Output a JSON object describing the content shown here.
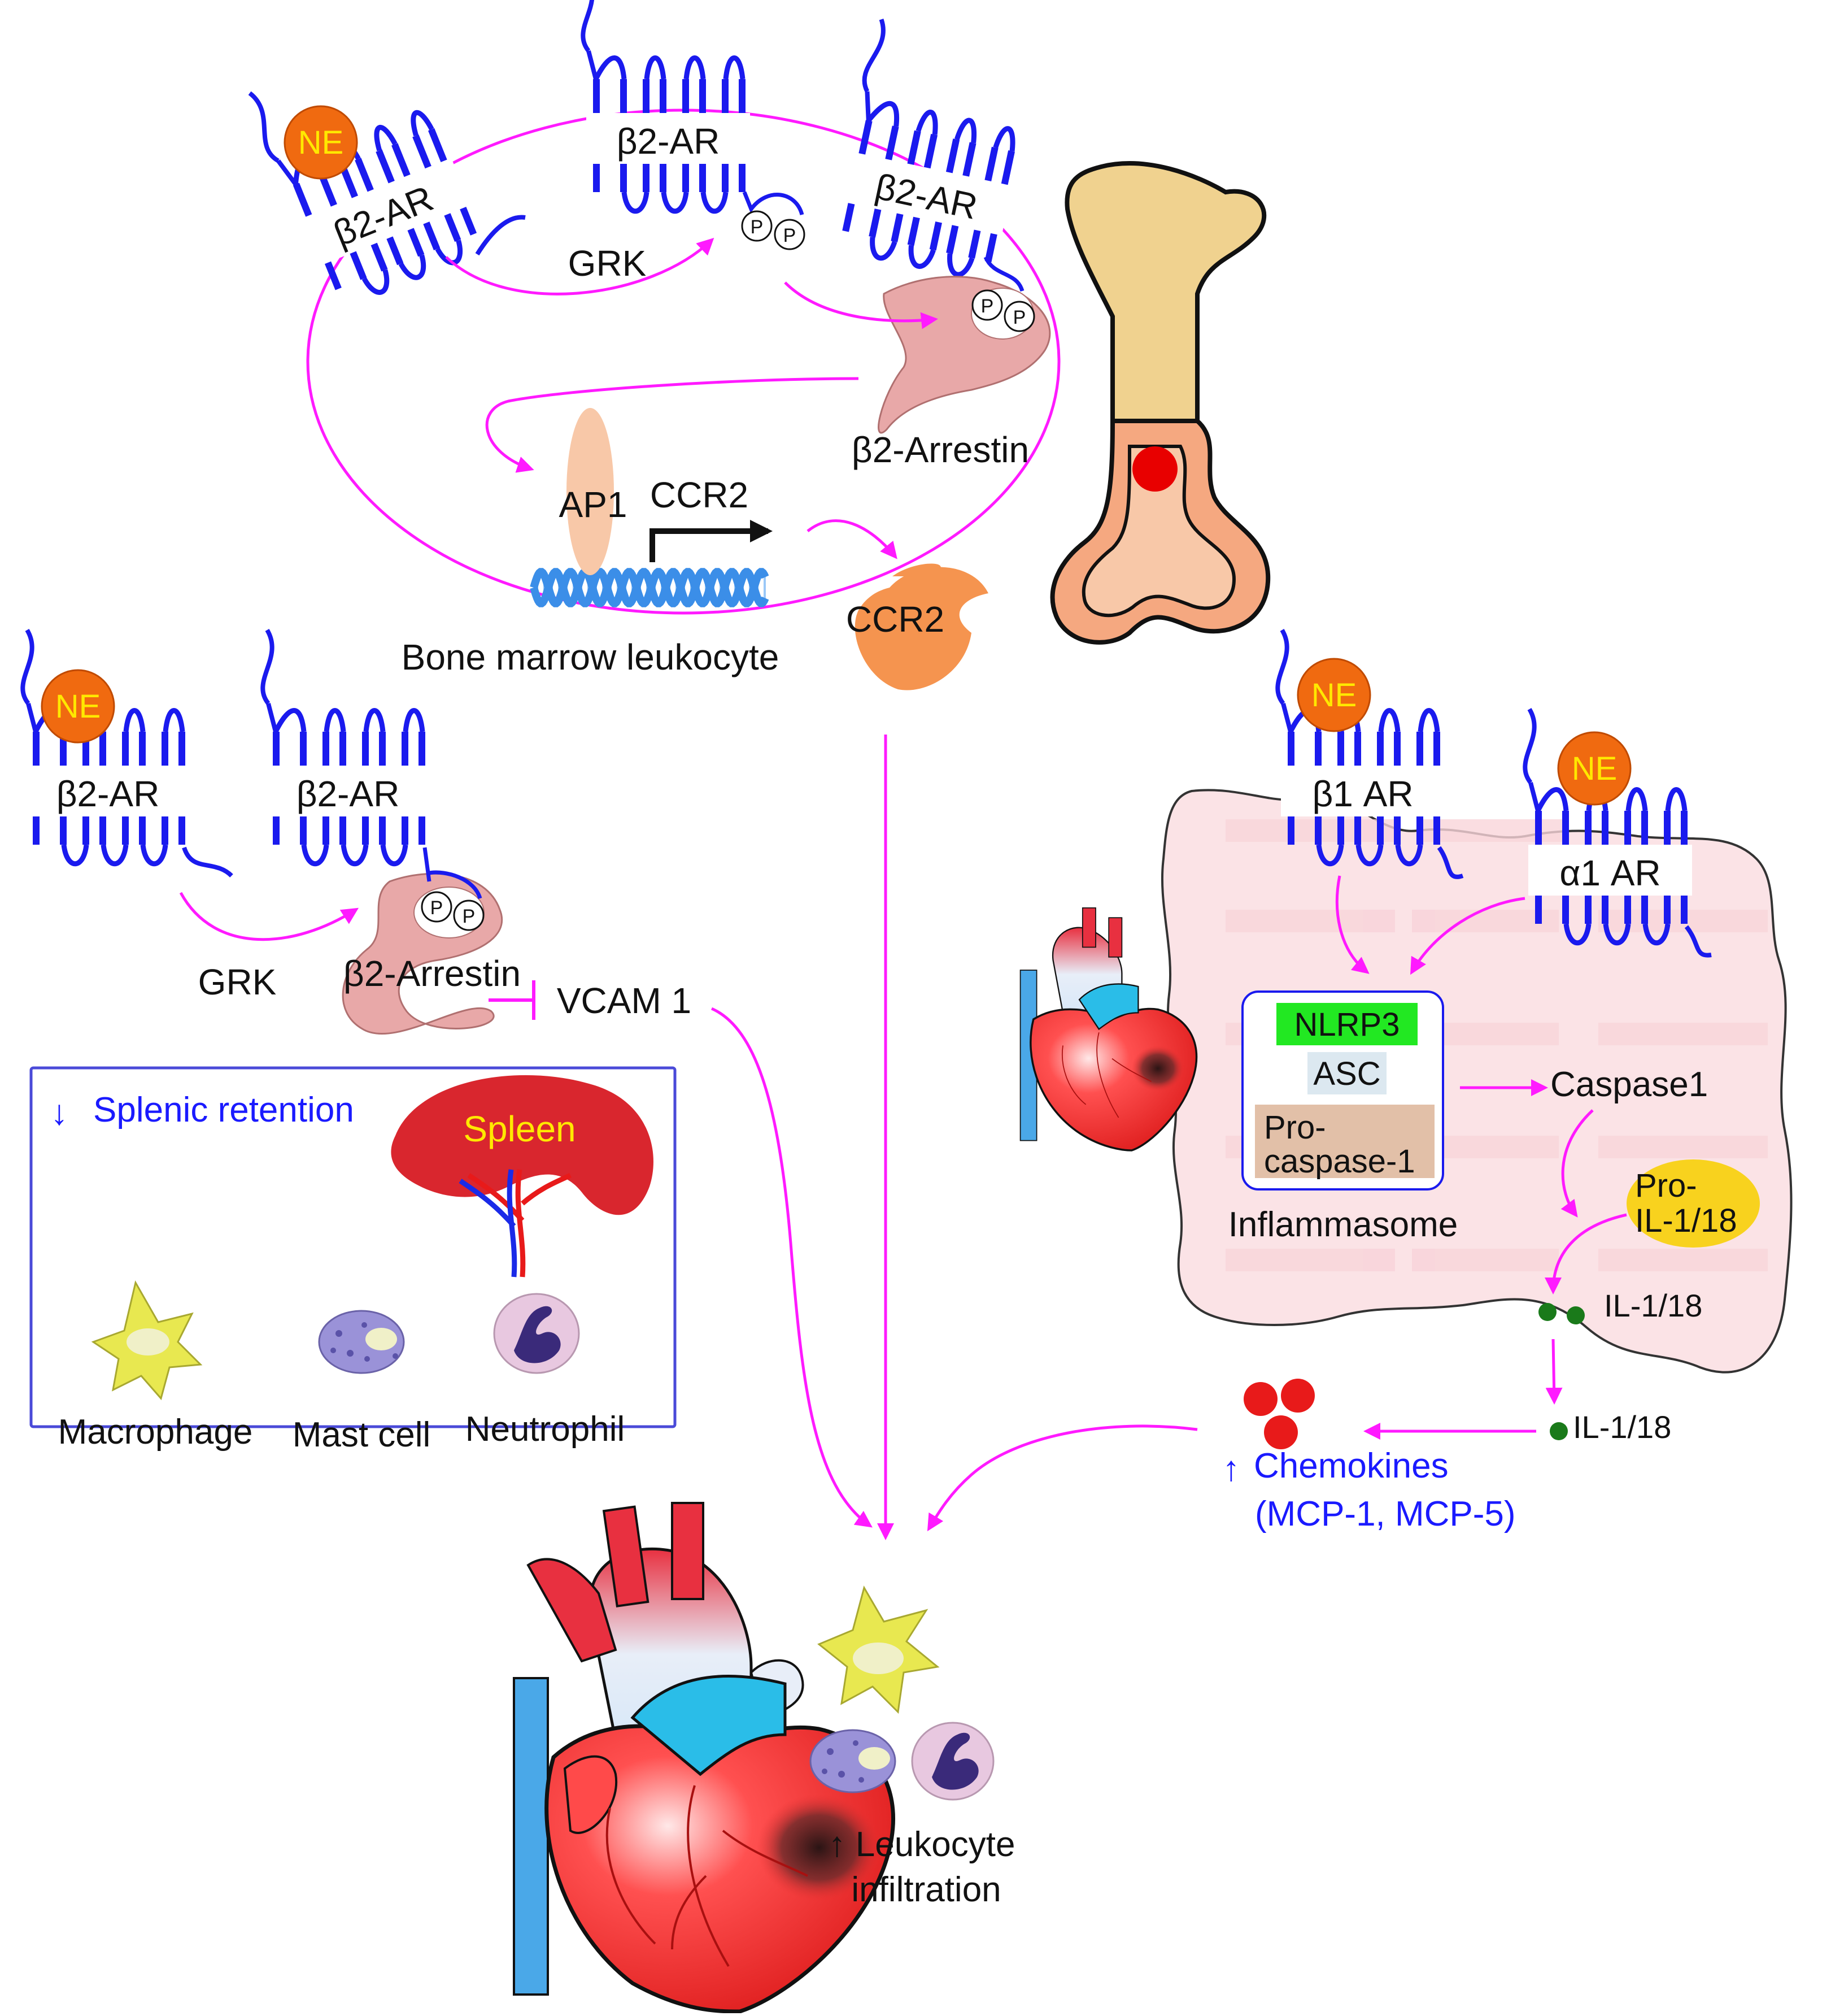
{
  "colors": {
    "accent_arrow": "#ff1aff",
    "receptor": "#1a1aee",
    "ne_fill": "#f06a10",
    "ne_text": "#ffe800",
    "arrestin": "#e8a8a8",
    "ccr2": "#f5944f",
    "ap1": "#f8c8a8",
    "dna": "#3b8ee8",
    "cell_bg": "#fbe3e6",
    "spleen": "#d9262e",
    "bone": "#f0d28f",
    "marrow_red": "#e80000",
    "nlrp3": "#22e822",
    "asc": "#dce8f0",
    "procasp": "#e2c0a8",
    "pro_il": "#f8d21e",
    "il_dot": "#1a7a1a",
    "chemokine_dot": "#e81a1a",
    "blue_text": "#1a1aff"
  },
  "bone_marrow": {
    "ne": "NE",
    "receptor_1": "β2-AR",
    "receptor_2": "β2-AR",
    "receptor_3": "β2-AR",
    "grk": "GRK",
    "phospho": "P",
    "arrestin": "β2-Arrestin",
    "ap1": "AP1",
    "ccr2_gene": "CCR2",
    "ccr2_protein": "CCR2",
    "cell_label": "Bone marrow leukocyte"
  },
  "spleen_panel": {
    "ne": "NE",
    "receptor_1": "β2-AR",
    "receptor_2": "β2-AR",
    "grk": "GRK",
    "phospho": "P",
    "arrestin": "β2-Arrestin",
    "vcam": "VCAM 1",
    "retention_arrow": "↓",
    "retention": "Splenic retention",
    "spleen": "Spleen",
    "macrophage": "Macrophage",
    "mast_cell": "Mast cell",
    "neutrophil": "Neutrophil"
  },
  "cardiac_panel": {
    "ne_1": "NE",
    "ne_2": "NE",
    "beta1": "β1 AR",
    "alpha1": "α1 AR",
    "nlrp3": "NLRP3",
    "asc": "ASC",
    "procasp_line1": "Pro-",
    "procasp_line2": "caspase-1",
    "inflammasome": "Inflammasome",
    "caspase1": "Caspase1",
    "pro_il_line1": "Pro-",
    "pro_il_line2": "IL-1/18",
    "il_inside": "IL-1/18",
    "il_outside": "IL-1/18",
    "chemokines_arrow": "↑",
    "chemokines": "Chemokines",
    "chemokines_sub": "(MCP-1, MCP-5)"
  },
  "outcome": {
    "infiltration_line1": "↑ Leukocyte",
    "infiltration_line2": "infiltration"
  }
}
